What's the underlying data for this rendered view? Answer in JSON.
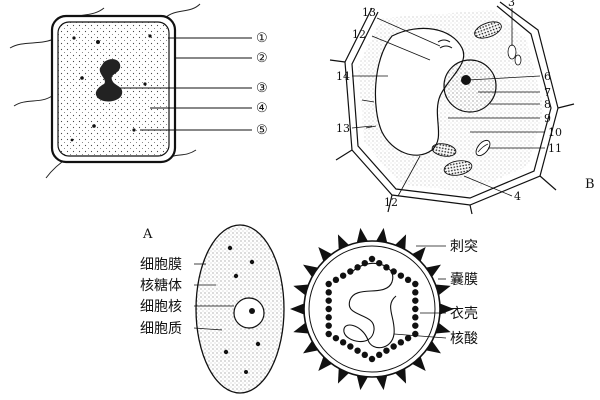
{
  "diagram_a": {
    "panel_letter": "A",
    "callouts": [
      "①",
      "②",
      "③",
      "④",
      "⑤"
    ]
  },
  "diagram_b": {
    "panel_letter": "B",
    "numbers": {
      "n3": "3",
      "n4": "4",
      "n6": "6",
      "n7": "7",
      "n8": "8",
      "n9": "9",
      "n10": "10",
      "n11": "11",
      "n12_top": "12",
      "n12_bottom": "12",
      "n13_top": "13",
      "n13_left": "13",
      "n14": "14"
    }
  },
  "diagram_c": {
    "labels": [
      "细胞膜",
      "核糖体",
      "细胞核",
      "细胞质"
    ]
  },
  "diagram_d": {
    "labels": [
      "刺突",
      "囊膜",
      "衣壳",
      "核酸"
    ]
  }
}
